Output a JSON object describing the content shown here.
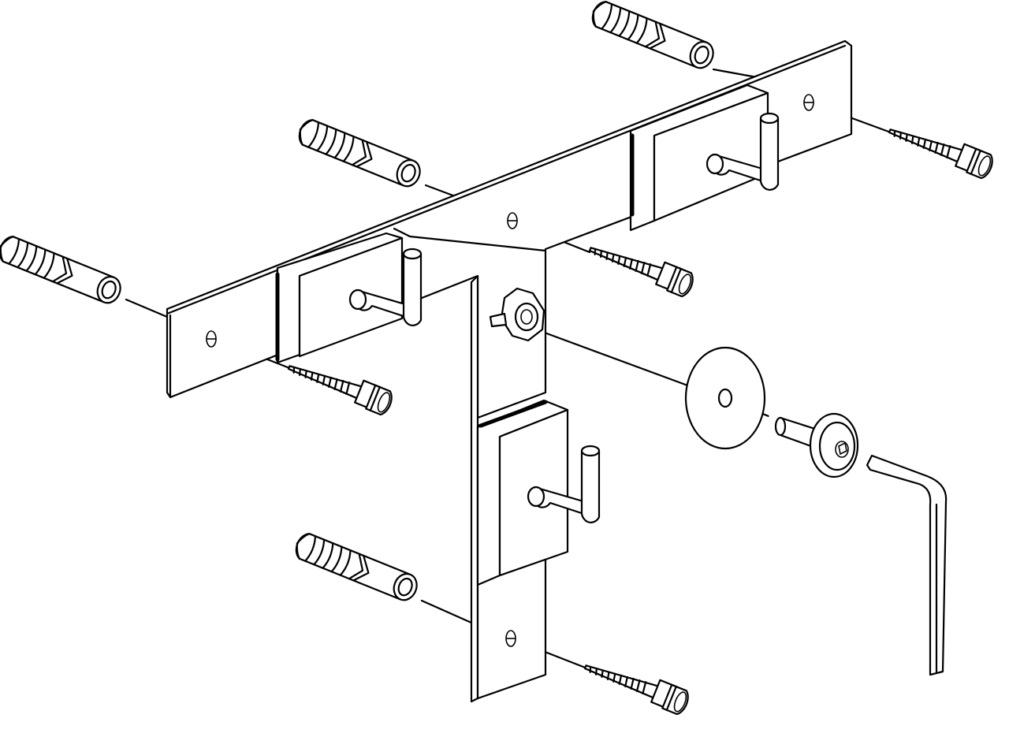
{
  "diagram": {
    "kind": "exploded-assembly-drawing",
    "stroke_color": "#000000",
    "background_color": "#ffffff",
    "labels": []
  },
  "parts": {
    "bracket": "t-shaped-mounting-plate",
    "hooks": 3,
    "wall_plugs": 4,
    "hex_screws": 4,
    "washer": 1,
    "socket_bolt": 1,
    "wing_nut": 1,
    "allen_key": 1
  }
}
